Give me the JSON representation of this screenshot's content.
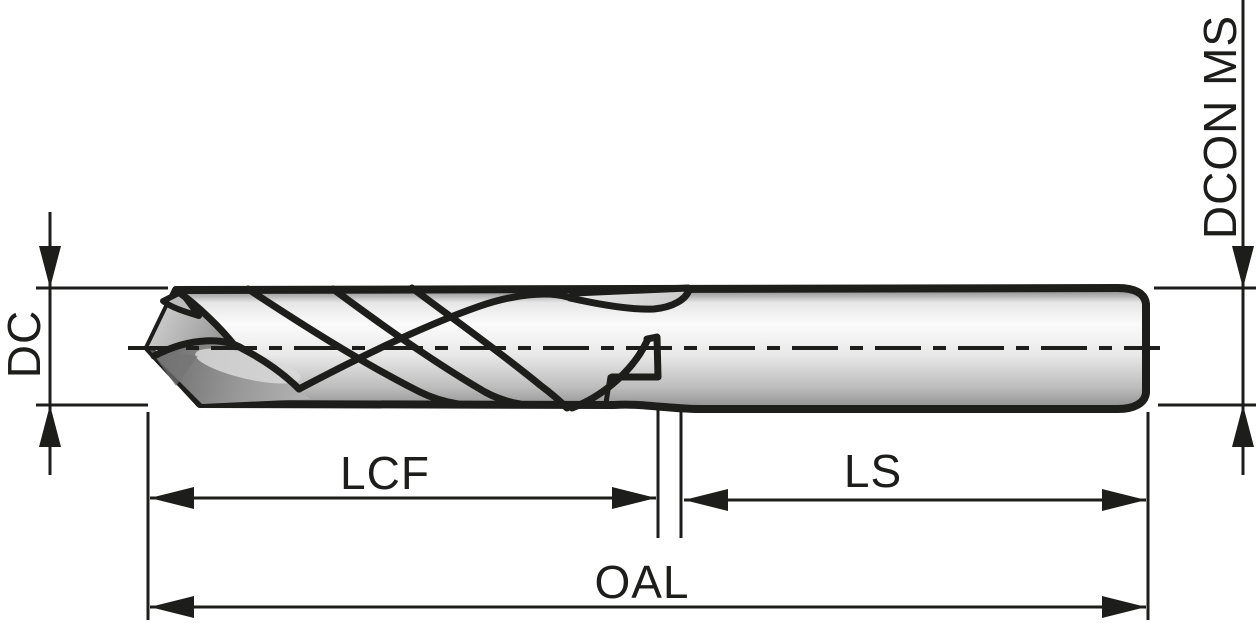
{
  "diagram": {
    "type": "technical-drawing",
    "subject": "twist-drill-side-view-with-dimension-callouts",
    "labels": {
      "dc": "DC",
      "dcon_ms": "DCON MS",
      "lcf": "LCF",
      "ls": "LS",
      "oal": "OAL"
    },
    "colors": {
      "line": "#1d1d1b",
      "background": "#ffffff",
      "steel_highlight": "#fbfbfb",
      "steel_mid": "#c0c0c0",
      "steel_dark": "#7a7a7a",
      "facet_dark": "#6e6e6e"
    }
  }
}
